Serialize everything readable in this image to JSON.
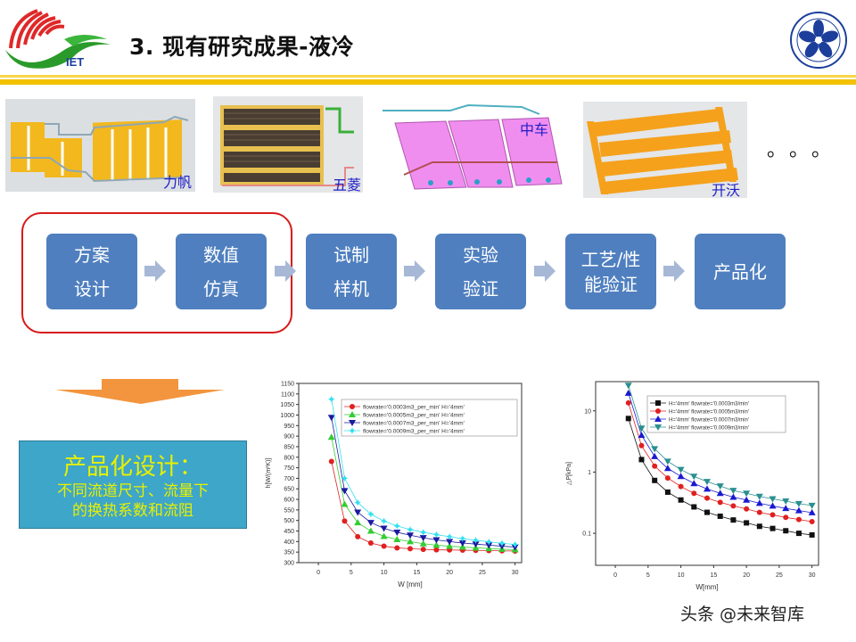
{
  "header": {
    "title": "3. 现有研究成果-液冷",
    "logo_left_text": "IET",
    "logo_right": "cas-emblem"
  },
  "gallery": {
    "items": [
      {
        "label": "力帆",
        "kind": "yellow-plate-cooler"
      },
      {
        "label": "五菱",
        "kind": "striped-cold-plate"
      },
      {
        "label": "中车",
        "kind": "pink-panel-cooler"
      },
      {
        "label": "开沃",
        "kind": "orange-bar-cooler"
      }
    ],
    "ellipsis": "。。。"
  },
  "process": {
    "steps": [
      {
        "line1": "方案",
        "line2": "设计"
      },
      {
        "line1": "数值",
        "line2": "仿真"
      },
      {
        "line1": "试制",
        "line2": "样机"
      },
      {
        "line1": "实验",
        "line2": "验证"
      },
      {
        "line1": "工艺/性",
        "line2": "能验证"
      },
      {
        "line1": "产品化",
        "line2": ""
      }
    ],
    "highlighted_steps": [
      0,
      1
    ],
    "step_color": "#4f7fbf",
    "highlight_color": "#d71a1a"
  },
  "design_box": {
    "title": "产品化设计：",
    "line1": "不同流道尺寸、流量下",
    "line2": "的换热系数和流阻"
  },
  "watermark": "头条 @未来智库",
  "chart_data": [
    {
      "type": "line",
      "title": "",
      "xlabel": "W [mm]",
      "ylabel": "h[W/(m²K)]",
      "xlim": [
        -3,
        31
      ],
      "ylim": [
        300,
        1150
      ],
      "xticks": [
        0,
        5,
        10,
        15,
        20,
        25,
        30
      ],
      "yticks": [
        300,
        350,
        400,
        450,
        500,
        550,
        600,
        650,
        700,
        750,
        800,
        850,
        900,
        950,
        1000,
        1050,
        1100,
        1150
      ],
      "legend_position": "upper right",
      "x": [
        2,
        4,
        6,
        8,
        10,
        12,
        14,
        16,
        18,
        20,
        22,
        24,
        26,
        28,
        30
      ],
      "series": [
        {
          "name": "flowrate='0.0003m3_per_min' H='4mm'",
          "color": "#e02020",
          "marker": "circle",
          "values": [
            780,
            497,
            423,
            393,
            378,
            370,
            366,
            363,
            361,
            360,
            359,
            358,
            357,
            356,
            355
          ]
        },
        {
          "name": "flowrate='0.0005m3_per_min' H='4mm'",
          "color": "#33cc33",
          "marker": "triangle-up",
          "values": [
            895,
            577,
            490,
            450,
            425,
            410,
            400,
            390,
            383,
            378,
            374,
            370,
            367,
            364,
            362
          ]
        },
        {
          "name": "flowrate='0.0007m3_per_min' H='4mm'",
          "color": "#1a1aa0",
          "marker": "triangle-down",
          "values": [
            988,
            641,
            539,
            490,
            463,
            444,
            430,
            418,
            408,
            400,
            393,
            388,
            383,
            378,
            374
          ]
        },
        {
          "name": "flowrate='0.0009m3_per_min' H='4mm'",
          "color": "#33e0f0",
          "marker": "star",
          "values": [
            1075,
            700,
            585,
            530,
            497,
            474,
            457,
            444,
            433,
            423,
            414,
            406,
            399,
            392,
            386
          ]
        }
      ]
    },
    {
      "type": "line",
      "title": "",
      "xlabel": "W[mm]",
      "ylabel": "△P[kPa]",
      "yscale": "log",
      "xlim": [
        -3,
        31
      ],
      "ylim": [
        0.03,
        30
      ],
      "xticks": [
        0,
        5,
        10,
        15,
        20,
        25,
        30
      ],
      "yticks": [
        0.1,
        1,
        10
      ],
      "legend_position": "upper right",
      "x": [
        2,
        4,
        6,
        8,
        10,
        12,
        14,
        16,
        18,
        20,
        22,
        24,
        26,
        28,
        30
      ],
      "series": [
        {
          "name": "H='4mm' flowrate='0.0003m3/min'",
          "color": "#111111",
          "marker": "square",
          "values": [
            7.5,
            1.6,
            0.73,
            0.47,
            0.35,
            0.27,
            0.22,
            0.19,
            0.165,
            0.148,
            0.13,
            0.12,
            0.11,
            0.1,
            0.094
          ]
        },
        {
          "name": "H='4mm' flowrate='0.0005m3/min'",
          "color": "#e02020",
          "marker": "circle",
          "values": [
            13.5,
            2.7,
            1.25,
            0.8,
            0.58,
            0.45,
            0.375,
            0.32,
            0.28,
            0.25,
            0.22,
            0.2,
            0.182,
            0.168,
            0.155
          ]
        },
        {
          "name": "H='4mm' flowrate='0.0007m3/min'",
          "color": "#1a1ad0",
          "marker": "triangle-up",
          "values": [
            19.5,
            4.0,
            1.8,
            1.15,
            0.85,
            0.65,
            0.53,
            0.45,
            0.39,
            0.35,
            0.31,
            0.28,
            0.255,
            0.235,
            0.218
          ]
        },
        {
          "name": "H='4mm' flowrate='0.0009m3/min'",
          "color": "#2a8f8f",
          "marker": "triangle-down",
          "values": [
            26,
            5.2,
            2.4,
            1.5,
            1.1,
            0.85,
            0.7,
            0.59,
            0.5,
            0.45,
            0.4,
            0.365,
            0.335,
            0.305,
            0.285
          ]
        }
      ]
    }
  ]
}
